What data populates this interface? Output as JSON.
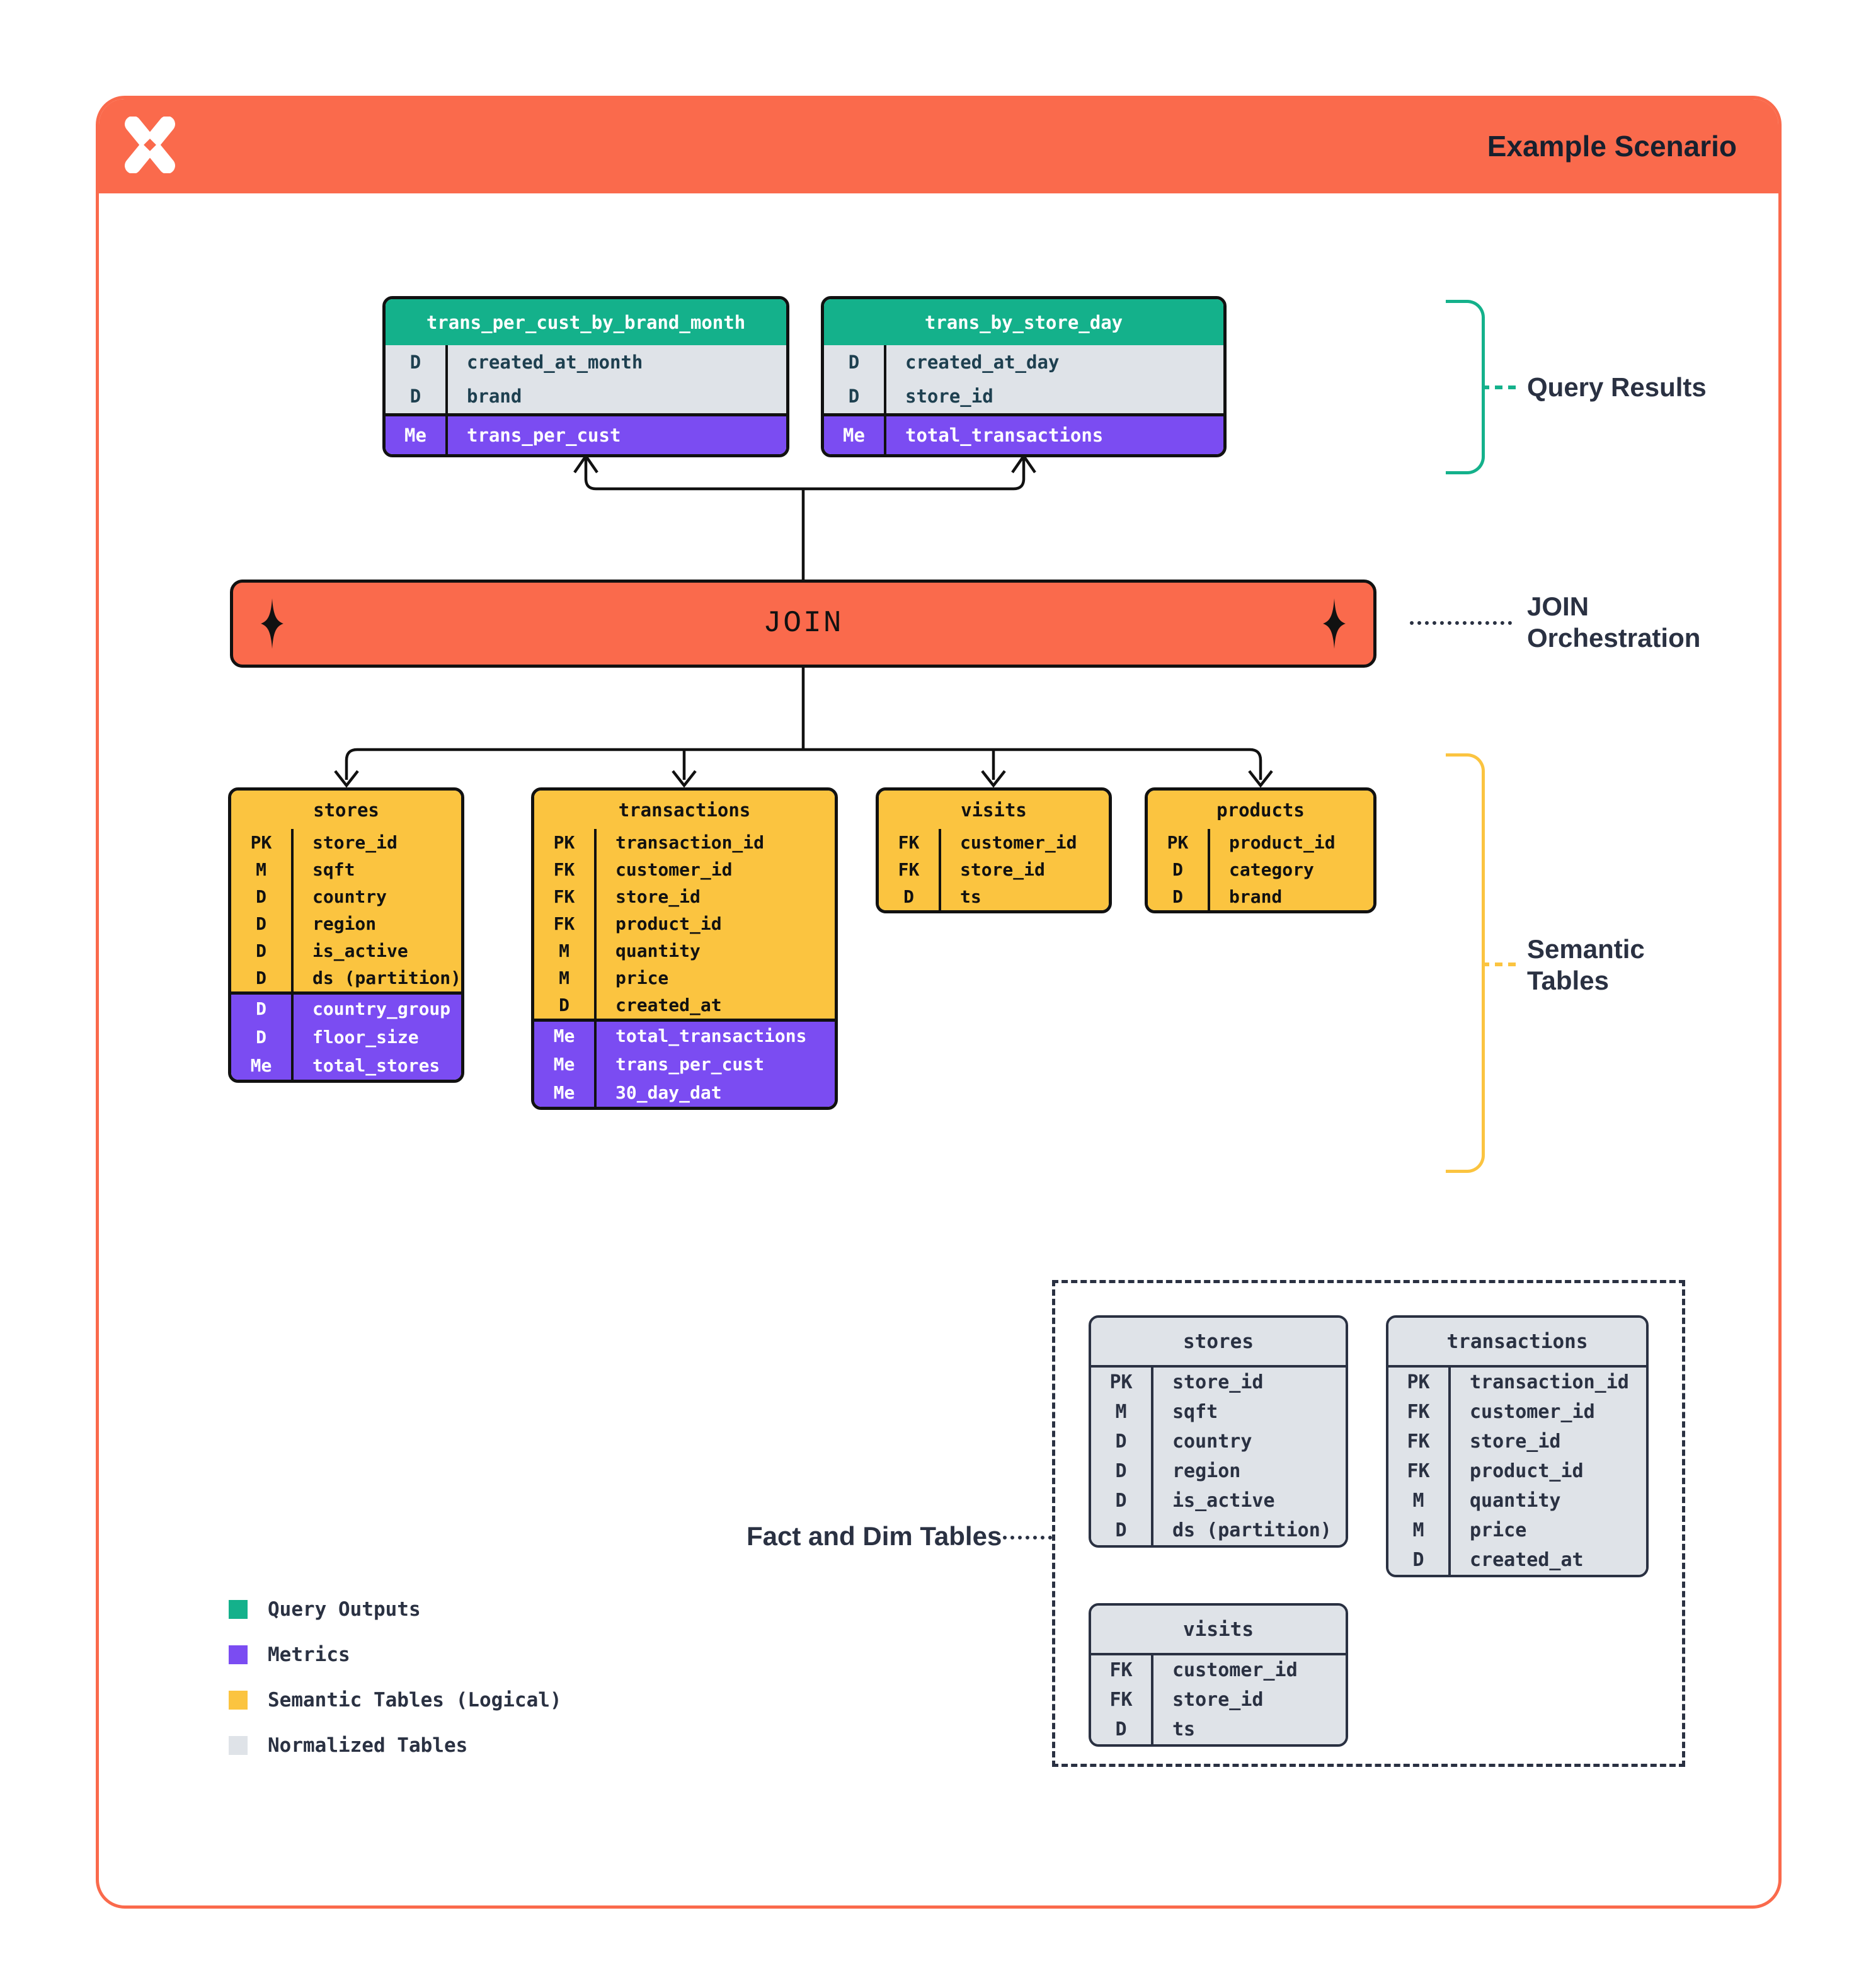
{
  "header": {
    "title": "Example Scenario"
  },
  "join": {
    "label": "JOIN"
  },
  "labels": {
    "query_results": "Query Results",
    "join_orchestration": "JOIN Orchestration",
    "semantic_tables": "Semantic Tables",
    "fact_dim": "Fact and Dim Tables"
  },
  "colors": {
    "orange": "#FA6A4C",
    "green": "#14B18B",
    "purple": "#7B4CF2",
    "yellow": "#FBC440",
    "grayrow": "#DFE3E8",
    "navy": "#2A3142",
    "teal": "#1E4050",
    "ink": "#111111"
  },
  "query_result_tables": [
    {
      "name": "trans_per_cust_by_brand_month",
      "dims": [
        [
          "D",
          "created_at_month"
        ],
        [
          "D",
          "brand"
        ]
      ],
      "metrics": [
        [
          "Me",
          "trans_per_cust"
        ]
      ]
    },
    {
      "name": "trans_by_store_day",
      "dims": [
        [
          "D",
          "created_at_day"
        ],
        [
          "D",
          "store_id"
        ]
      ],
      "metrics": [
        [
          "Me",
          "total_transactions"
        ]
      ]
    }
  ],
  "semantic_tables": [
    {
      "name": "stores",
      "dims": [
        [
          "PK",
          "store_id"
        ],
        [
          "M",
          "sqft"
        ],
        [
          "D",
          "country"
        ],
        [
          "D",
          "region"
        ],
        [
          "D",
          "is_active"
        ],
        [
          "D",
          "ds (partition)"
        ]
      ],
      "metrics": [
        [
          "D",
          "country_group"
        ],
        [
          "D",
          "floor_size"
        ],
        [
          "Me",
          "total_stores"
        ]
      ]
    },
    {
      "name": "transactions",
      "dims": [
        [
          "PK",
          "transaction_id"
        ],
        [
          "FK",
          "customer_id"
        ],
        [
          "FK",
          "store_id"
        ],
        [
          "FK",
          "product_id"
        ],
        [
          "M",
          "quantity"
        ],
        [
          "M",
          "price"
        ],
        [
          "D",
          "created_at"
        ]
      ],
      "metrics": [
        [
          "Me",
          "total_transactions"
        ],
        [
          "Me",
          "trans_per_cust"
        ],
        [
          "Me",
          "30_day_dat"
        ]
      ]
    },
    {
      "name": "visits",
      "dims": [
        [
          "FK",
          "customer_id"
        ],
        [
          "FK",
          "store_id"
        ],
        [
          "D",
          "ts"
        ]
      ],
      "metrics": []
    },
    {
      "name": "products",
      "dims": [
        [
          "PK",
          "product_id"
        ],
        [
          "D",
          "category"
        ],
        [
          "D",
          "brand"
        ]
      ],
      "metrics": []
    }
  ],
  "normalized_tables": [
    {
      "name": "stores",
      "dims": [
        [
          "PK",
          "store_id"
        ],
        [
          "M",
          "sqft"
        ],
        [
          "D",
          "country"
        ],
        [
          "D",
          "region"
        ],
        [
          "D",
          "is_active"
        ],
        [
          "D",
          "ds (partition)"
        ]
      ],
      "metrics": []
    },
    {
      "name": "transactions",
      "dims": [
        [
          "PK",
          "transaction_id"
        ],
        [
          "FK",
          "customer_id"
        ],
        [
          "FK",
          "store_id"
        ],
        [
          "FK",
          "product_id"
        ],
        [
          "M",
          "quantity"
        ],
        [
          "M",
          "price"
        ],
        [
          "D",
          "created_at"
        ]
      ],
      "metrics": []
    },
    {
      "name": "visits",
      "dims": [
        [
          "FK",
          "customer_id"
        ],
        [
          "FK",
          "store_id"
        ],
        [
          "D",
          "ts"
        ]
      ],
      "metrics": []
    }
  ],
  "legend": [
    {
      "swatch": "#14B18B",
      "label": "Query Outputs"
    },
    {
      "swatch": "#7B4CF2",
      "label": "Metrics"
    },
    {
      "swatch": "#FBC440",
      "label": "Semantic Tables (Logical)"
    },
    {
      "swatch": "#DFE3E8",
      "label": "Normalized Tables"
    }
  ]
}
